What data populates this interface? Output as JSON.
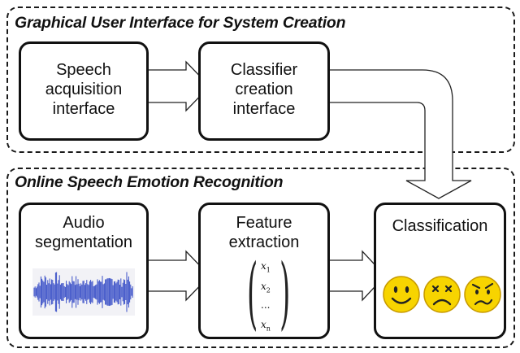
{
  "sections": {
    "top": {
      "title": "Graphical User Interface for System Creation"
    },
    "bottom": {
      "title": "Online Speech Emotion Recognition"
    }
  },
  "boxes": {
    "speech_acquisition": {
      "lines": [
        "Speech",
        "acquisition",
        "interface"
      ]
    },
    "classifier_creation": {
      "lines": [
        "Classifier",
        "creation",
        "interface"
      ]
    },
    "audio_segmentation": {
      "lines": [
        "Audio",
        "segmentation"
      ]
    },
    "feature_extraction": {
      "lines": [
        "Feature",
        "extraction"
      ]
    },
    "classification": {
      "lines": [
        "Classification"
      ]
    }
  },
  "feature_vector": {
    "entries": [
      "x1",
      "x2",
      "...",
      "xn"
    ]
  },
  "icons": {
    "waveform": "audio-waveform-icon",
    "emotions": [
      "happy-face-icon",
      "sad-face-icon",
      "angry-face-icon"
    ]
  },
  "colors": {
    "waveform": "#3a4fc8",
    "face": "#f7d400",
    "face_edge": "#c79a00"
  }
}
